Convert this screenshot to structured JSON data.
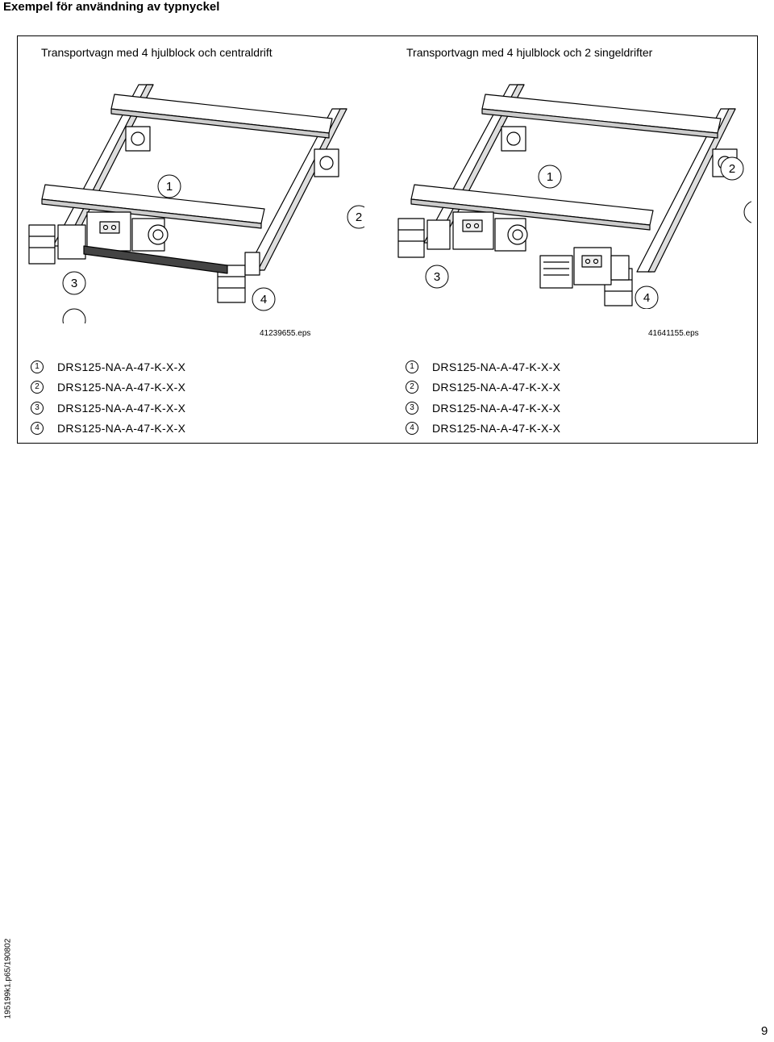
{
  "page": {
    "heading": "Exempel för användning av typnyckel",
    "side_note": "195199k1.p65/190802",
    "page_number": "9"
  },
  "left": {
    "title": "Transportvagn med 4 hjulblock och centraldrift",
    "eps": "41239655.eps",
    "callouts": [
      "1",
      "2",
      "3",
      "4"
    ],
    "legend": [
      {
        "num": "1",
        "code": "DRS125-NA-A-47-K-X-X"
      },
      {
        "num": "2",
        "code": "DRS125-NA-A-47-K-X-X"
      },
      {
        "num": "3",
        "code": "DRS125-NA-A-47-K-X-X"
      },
      {
        "num": "4",
        "code": "DRS125-NA-A-47-K-X-X"
      }
    ]
  },
  "right": {
    "title": "Transportvagn med 4 hjulblock och 2 singeldrifter",
    "eps": "41641155.eps",
    "callouts": [
      "1",
      "2",
      "3",
      "4"
    ],
    "legend": [
      {
        "num": "1",
        "code": "DRS125-NA-A-47-K-X-X"
      },
      {
        "num": "2",
        "code": "DRS125-NA-A-47-K-X-X"
      },
      {
        "num": "3",
        "code": "DRS125-NA-A-47-K-X-X"
      },
      {
        "num": "4",
        "code": "DRS125-NA-A-47-K-X-X"
      }
    ]
  }
}
